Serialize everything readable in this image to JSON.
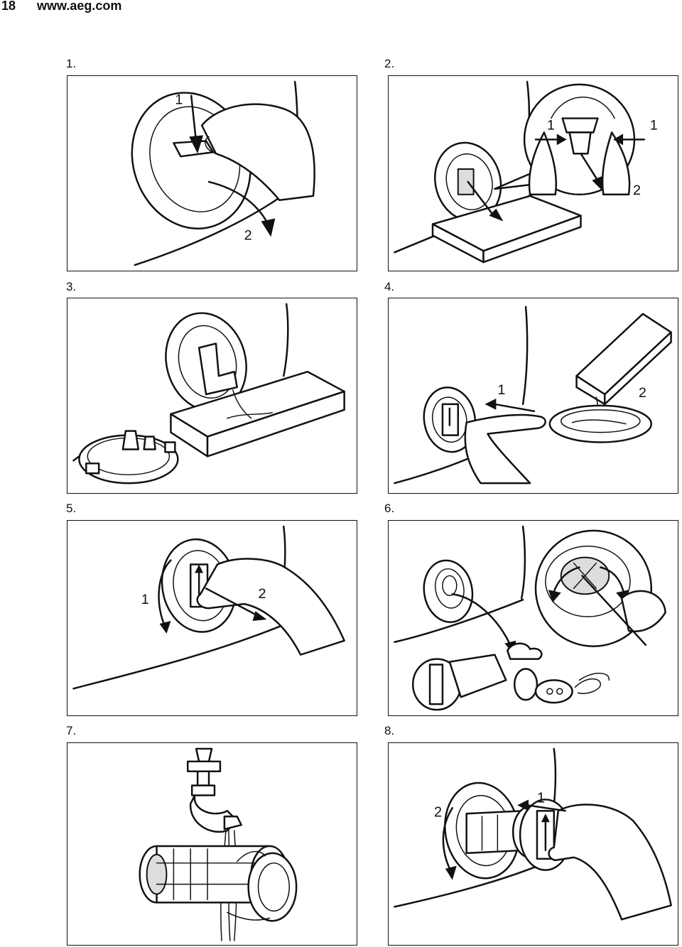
{
  "header": {
    "page_number": "18",
    "url": "www.aeg.com"
  },
  "steps": [
    {
      "label": "1.",
      "callouts": [
        "1",
        "2"
      ]
    },
    {
      "label": "2.",
      "callouts": [
        "1",
        "1",
        "2"
      ]
    },
    {
      "label": "3.",
      "callouts": []
    },
    {
      "label": "4.",
      "callouts": [
        "1",
        "2"
      ]
    },
    {
      "label": "5.",
      "callouts": [
        "1",
        "2"
      ]
    },
    {
      "label": "6.",
      "callouts": []
    },
    {
      "label": "7.",
      "callouts": []
    },
    {
      "label": "8.",
      "callouts": [
        "2",
        "1"
      ]
    }
  ]
}
